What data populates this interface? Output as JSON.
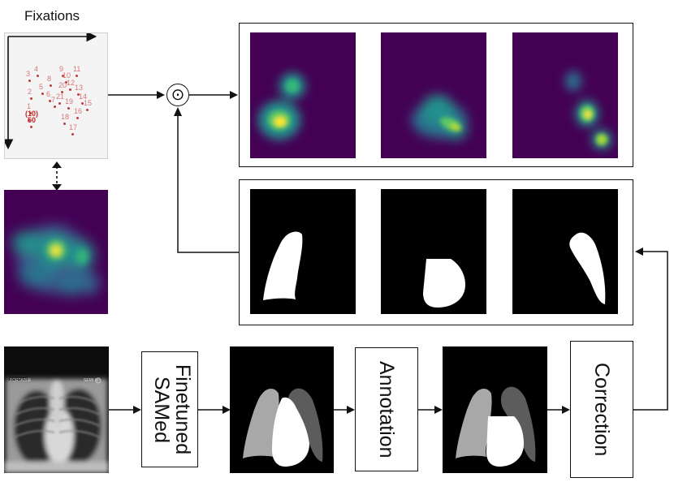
{
  "diagram": {
    "title": "Fixations",
    "fixation_points": [
      {
        "label": "3"
      },
      {
        "label": "4"
      },
      {
        "label": "9"
      },
      {
        "label": "11"
      },
      {
        "label": "8"
      },
      {
        "label": "10"
      },
      {
        "label": "5"
      },
      {
        "label": "2"
      },
      {
        "label": "6"
      },
      {
        "label": "20"
      },
      {
        "label": "12"
      },
      {
        "label": "13"
      },
      {
        "label": "7"
      },
      {
        "label": "21"
      },
      {
        "label": "19"
      },
      {
        "label": "14"
      },
      {
        "label": "1"
      },
      {
        "label": "15"
      },
      {
        "label": "(10)"
      },
      {
        "label": "16"
      },
      {
        "label": "50"
      },
      {
        "label": "18"
      },
      {
        "label": "17"
      }
    ],
    "product_operator": "⊙",
    "steps": {
      "model": "Finetuned SAMed",
      "annotation": "Annotation",
      "correction": "Correction"
    },
    "xray_overlay": {
      "left_text": "PORTABLE",
      "right_text": "SEMI UP"
    },
    "colors": {
      "heatmap_background": "#440154",
      "heatmap_mid": "#21918c",
      "heatmap_high": "#fde725",
      "mask_background": "#000000",
      "mask_foreground": "#ffffff",
      "fixation_label": "#d7777a"
    }
  }
}
